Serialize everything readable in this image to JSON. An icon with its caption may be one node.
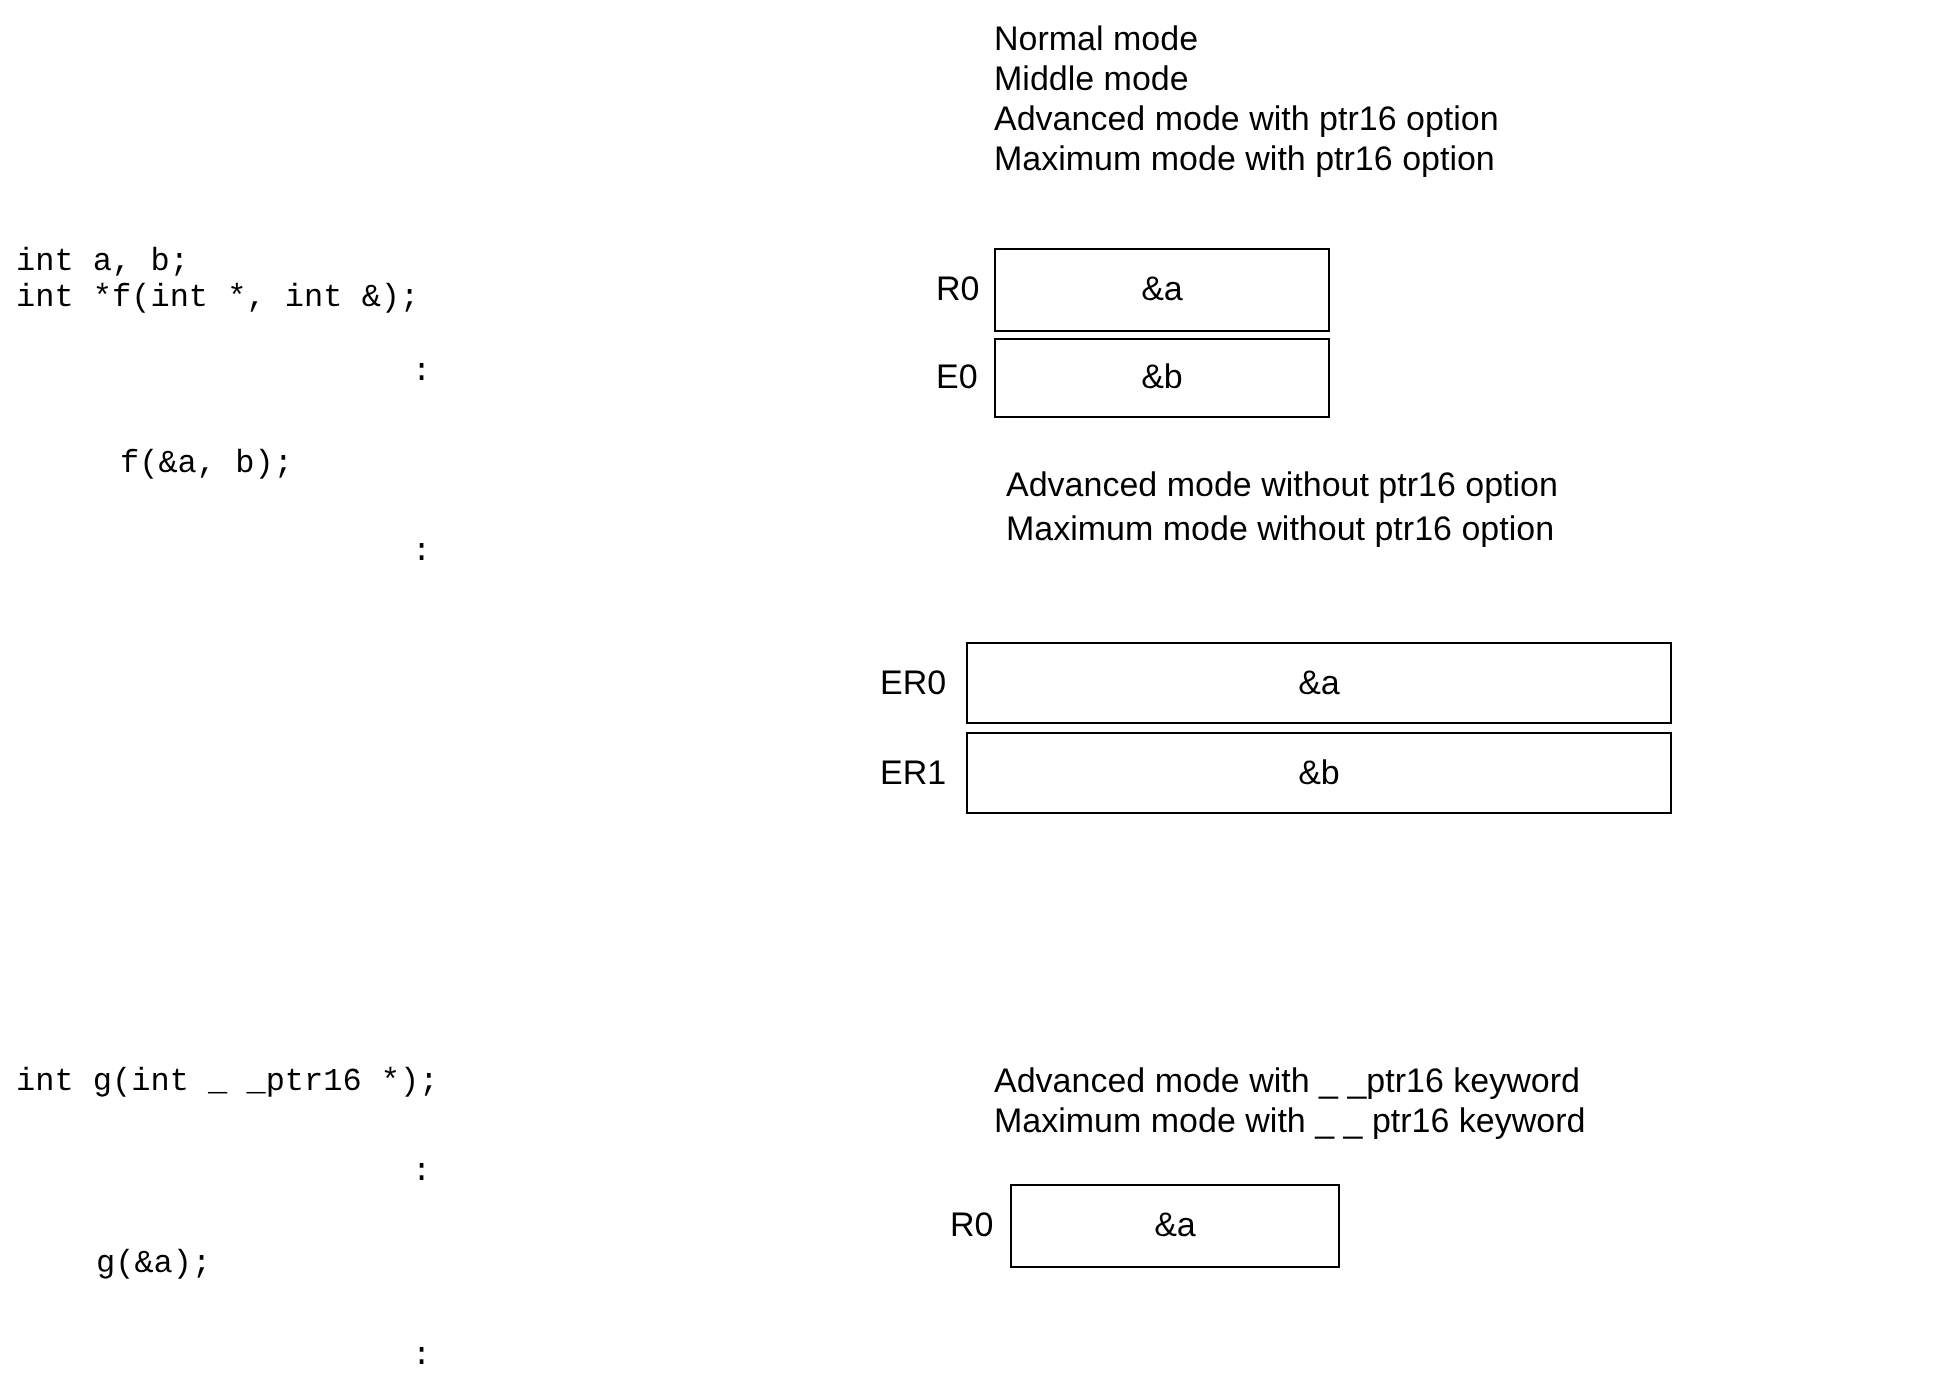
{
  "diagram": {
    "nodes": [
      {
        "text": [
          "&a"
        ],
        "beside": [
          "R0"
        ]
      },
      {
        "text": [
          "&b"
        ],
        "beside": [
          "E0"
        ]
      },
      {
        "text": [
          "&a"
        ],
        "beside": [
          "ER0"
        ]
      },
      {
        "text": [
          "&b"
        ],
        "beside": [
          "ER1"
        ]
      },
      {
        "text": [
          "&a"
        ],
        "beside": [
          "R0"
        ]
      }
    ],
    "labels": [
      "Normal mode",
      "Middle mode",
      "Advanced mode with ptr16 option",
      "Maximum mode with ptr16 option",
      "int a, b;",
      "int *f(int *, int &);",
      ":",
      "f(&a, b);",
      "Advanced mode without ptr16 option",
      "Maximum mode without ptr16 option",
      ":",
      "int g(int _ _ptr16 *);",
      "Advanced mode with _ _ptr16 keyword",
      "Maximum mode with _ _ ptr16 keyword",
      ":",
      "g(&a);",
      ":"
    ]
  }
}
